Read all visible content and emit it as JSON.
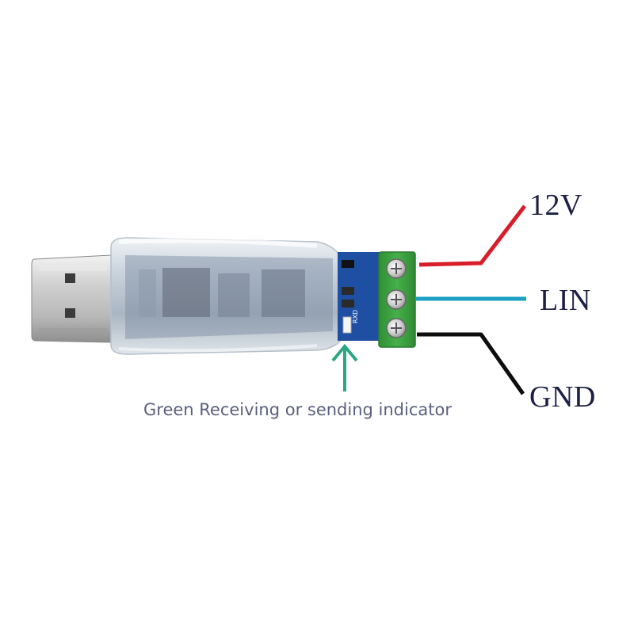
{
  "labels": {
    "power": "12V",
    "signal": "LIN",
    "ground": "GND",
    "indicator": "Green Receiving or sending indicator",
    "pcb_led_mark": "RXD"
  },
  "colors": {
    "power_wire": "#d81e2a",
    "signal_wire": "#1ba0c4",
    "ground_wire": "#0d0d0d",
    "arrow": "#2aa783",
    "terminal_block": "#3ca23e",
    "pcb": "#1f4fa3",
    "label_text": "#1d2046",
    "caption_text": "#5b5f7e"
  },
  "icons": {
    "arrow": "arrow-up-icon",
    "screw": "terminal-screw-icon"
  }
}
